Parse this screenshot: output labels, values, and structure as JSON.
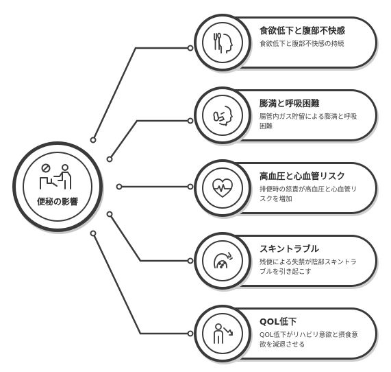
{
  "hub": {
    "title": "便秘の影響",
    "icon": "person-blocked-icon"
  },
  "effects": [
    {
      "title": "食欲低下と腹部不快感",
      "desc": "食欲低下と腹部不快感の持続",
      "icon": "head-utensils-icon"
    },
    {
      "title": "膨満と呼吸困難",
      "desc": "腸管内ガス貯留による膨満と呼吸困難",
      "icon": "inhaler-face-icon"
    },
    {
      "title": "高血圧と心血管リスク",
      "desc": "排便時の怒責が高血圧と心血管リスクを増加",
      "icon": "heart-pulse-icon"
    },
    {
      "title": "スキントラブル",
      "desc": "残便による失禁が陰部スキントラブルを引き起こす",
      "icon": "skin-irritation-icon"
    },
    {
      "title": "QOL低下",
      "desc": "QOL低下がリハビリ意欲と摂食意欲を減退させる",
      "icon": "person-decline-icon"
    }
  ],
  "colors": {
    "stroke": "#3a3a3a",
    "shadow": "#cfcfcf",
    "text": "#2b2b2b"
  }
}
